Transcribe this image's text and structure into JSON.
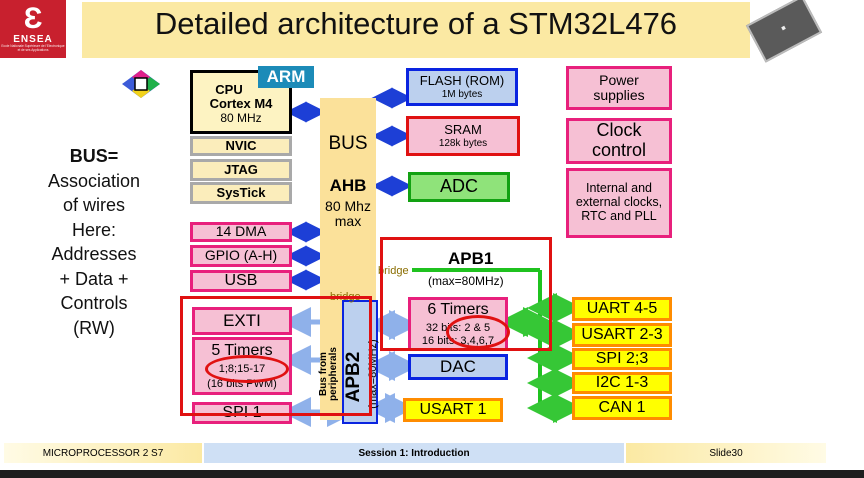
{
  "header": {
    "title": "Detailed architecture of a STM32L476",
    "logo_name": "ENSEA",
    "logo_tagline": "Ecole Nationale Supérieure de l'Electronique et de ses Applications"
  },
  "side_text": {
    "lines": [
      "BUS=",
      "Association",
      "of wires",
      "Here:",
      "Addresses",
      "+ Data +",
      "Controls",
      "(RW)"
    ]
  },
  "cpu": {
    "line1": "CPU",
    "line2": "Cortex M4",
    "line3": "80 MHz",
    "badge": "ARM"
  },
  "core_blocks": [
    "NVIC",
    "JTAG",
    "SysTick"
  ],
  "left_peripherals": [
    "14 DMA",
    "GPIO (A-H)",
    "USB"
  ],
  "bus": {
    "label": "BUS",
    "ahb": "AHB",
    "freq": "80 Mhz",
    "max": "max"
  },
  "memory": {
    "flash_title": "FLASH (ROM)",
    "flash_size": "1M bytes",
    "sram_title": "SRAM",
    "sram_size": "128k bytes"
  },
  "adc": "ADC",
  "power": "Power supplies",
  "clock": {
    "title": "Clock control",
    "details": "Internal and external clocks, RTC and PLL"
  },
  "apb1": {
    "title": "APB1",
    "sub": "(max=80MHz)",
    "bridge": "bridge"
  },
  "apb2": {
    "title": "APB2",
    "sub": "(max=80MHz)",
    "bridge": "bridge",
    "bus_from": "Bus from peripherals"
  },
  "apb2_periph": {
    "exti": "EXTI",
    "timers_title": "5 Timers",
    "timers_list": "1;8;15-17",
    "timers_note": "(16 bits PWM)",
    "spi": "SPI 1"
  },
  "apb1_periph": {
    "timers_title": "6 Timers",
    "timers_32": "32 bits: 2 & 5",
    "timers_16": "16 bits: 3,4,6,7",
    "dac": "DAC",
    "usart": "USART 1"
  },
  "comm": [
    "UART 4-5",
    "USART 2-3",
    "SPI 2;3",
    "I2C 1-3",
    "CAN 1"
  ],
  "footer": {
    "left": "MICROPROCESSOR 2 S7",
    "center": "Session 1: Introduction",
    "right": "Slide30"
  },
  "colors": {
    "pink_fill": "#f6c0d4",
    "pink_border": "#e8207c",
    "blue_fill": "#bcd0ee",
    "blue_border": "#0a24e0",
    "yellow_fill": "#ffff00",
    "yellow_border": "#ff8c00",
    "green_fill": "#8fe37a",
    "green_border": "#12a112",
    "highlight_red": "#e01111",
    "arrow_blue": "#1d3fd6"
  }
}
